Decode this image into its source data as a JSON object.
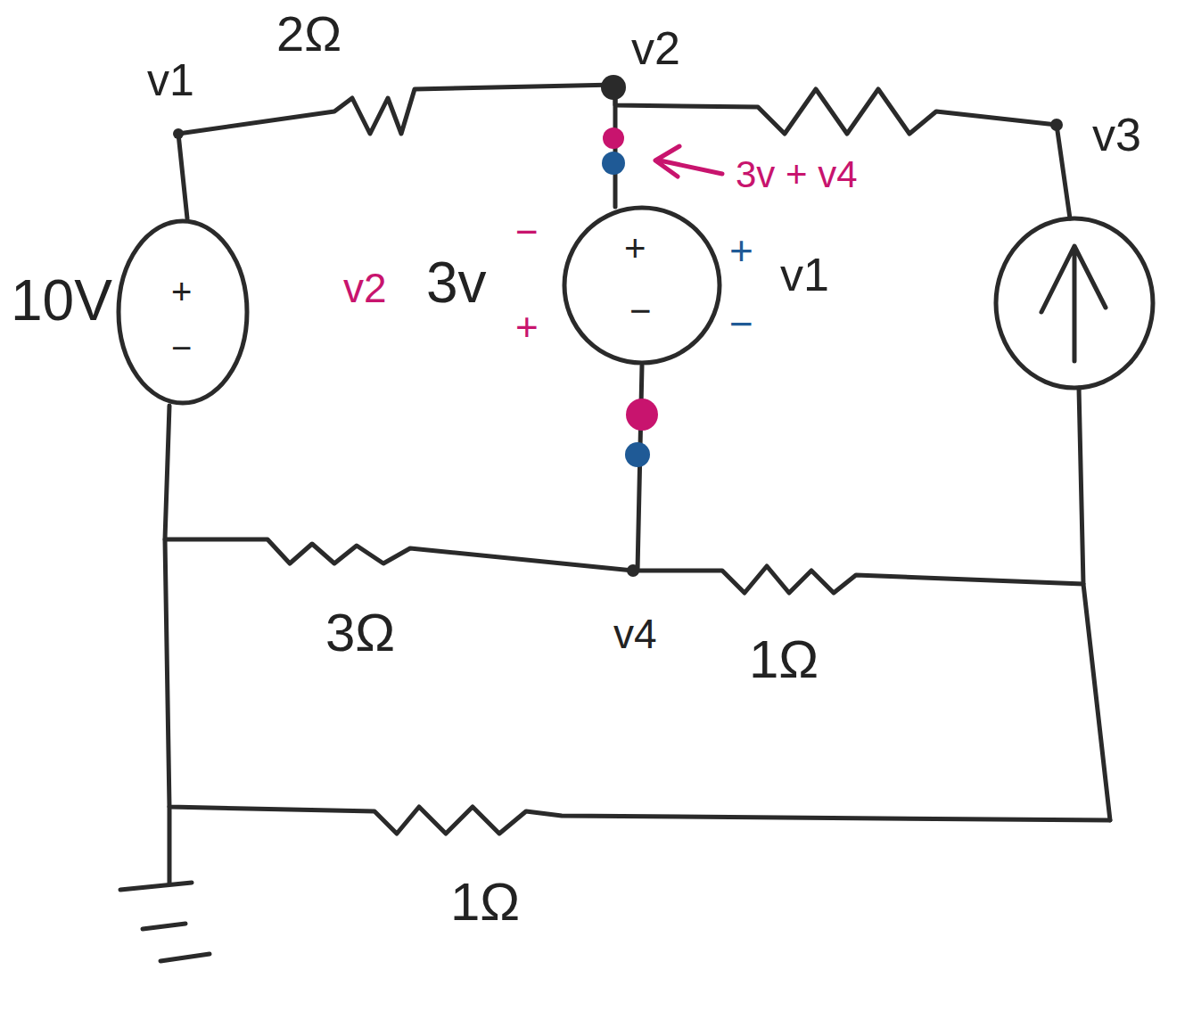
{
  "diagram": {
    "nodes": [
      {
        "text": [
          "+",
          "−"
        ]
      },
      {
        "text": [
          "+",
          "−"
        ]
      }
    ],
    "labels": [
      "2Ω",
      "v1",
      "v2",
      "v3",
      "3v + v4",
      "10V",
      "v2",
      "3v",
      "−",
      "+",
      "+",
      "−",
      "v1",
      "3Ω",
      "v4",
      "1Ω",
      "1Ω"
    ]
  }
}
